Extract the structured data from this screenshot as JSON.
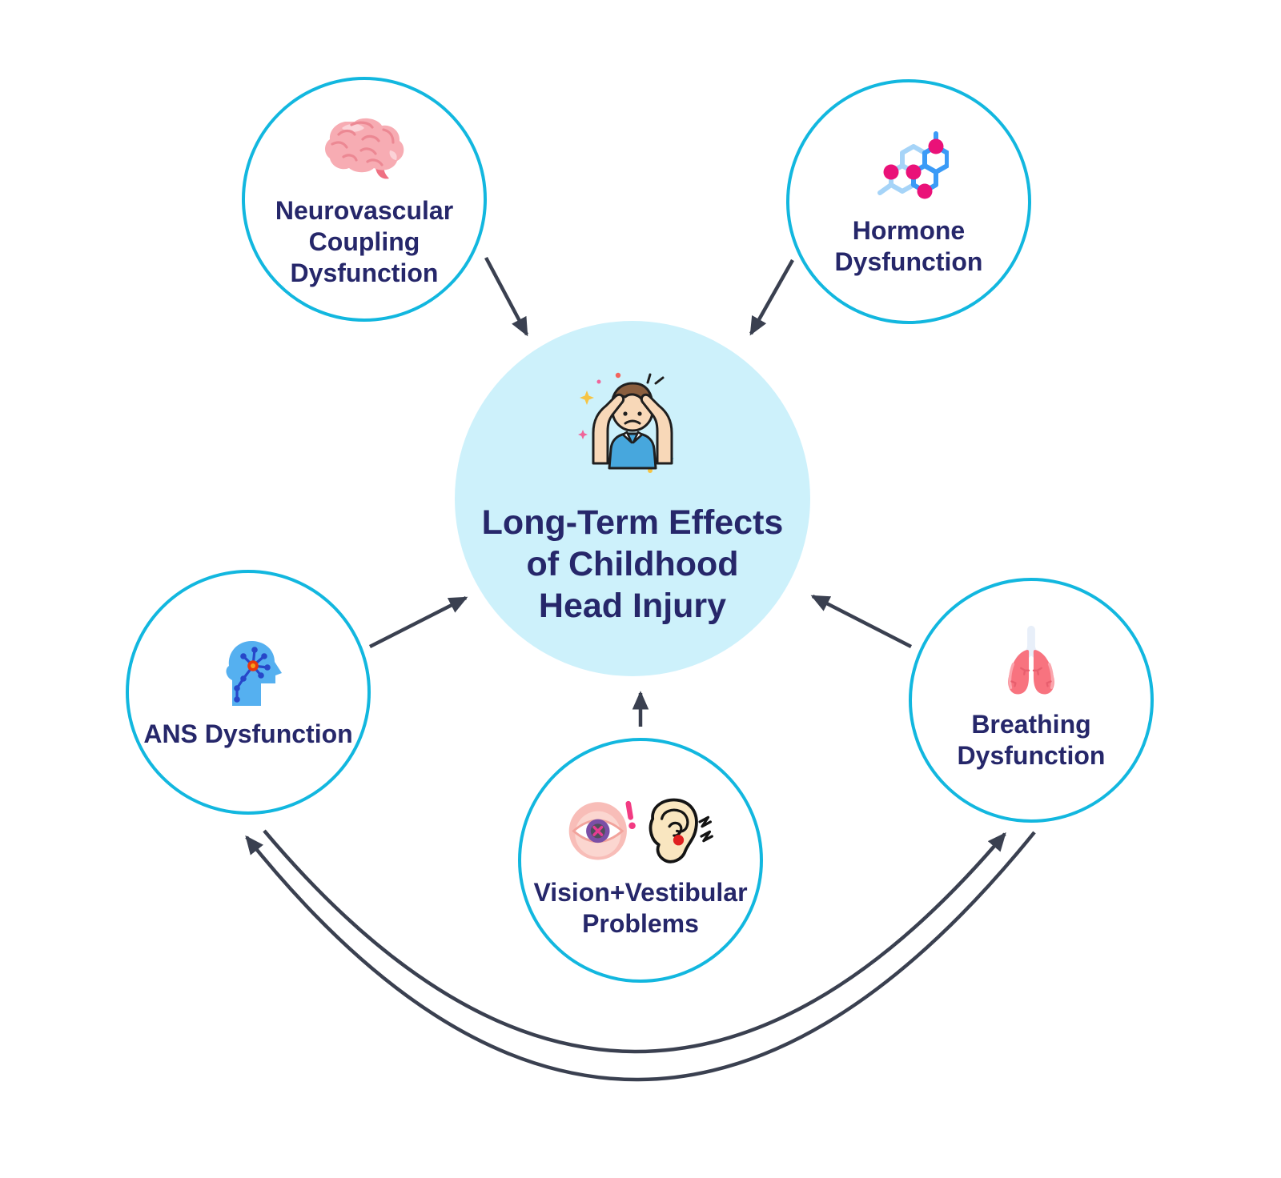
{
  "diagram": {
    "center": {
      "id": "center",
      "title": "Long-Term Effects\nof Childhood\nHead Injury",
      "icon": "headache-child-icon",
      "fill": "#CDF1FB"
    },
    "nodes": [
      {
        "id": "neurovascular",
        "label": "Neurovascular\nCoupling\nDysfunction",
        "icon": "brain-icon"
      },
      {
        "id": "hormone",
        "label": "Hormone\nDysfunction",
        "icon": "hormone-molecule-icon"
      },
      {
        "id": "ans",
        "label": "ANS Dysfunction",
        "icon": "head-neural-network-icon"
      },
      {
        "id": "vision",
        "label": "Vision+Vestibular\nProblems",
        "icon": "eye-ear-icon"
      },
      {
        "id": "breathing",
        "label": "Breathing\nDysfunction",
        "icon": "lungs-icon"
      }
    ],
    "connections": [
      {
        "from": "neurovascular",
        "to": "center",
        "style": "straight-arrow"
      },
      {
        "from": "hormone",
        "to": "center",
        "style": "straight-arrow"
      },
      {
        "from": "ans",
        "to": "center",
        "style": "straight-arrow"
      },
      {
        "from": "breathing",
        "to": "center",
        "style": "straight-arrow"
      },
      {
        "from": "vision",
        "to": "center",
        "style": "straight-arrow"
      },
      {
        "from": "breathing",
        "to": "ans",
        "style": "curved-arrow"
      },
      {
        "from": "ans",
        "to": "breathing",
        "style": "curved-arrow"
      }
    ],
    "colors": {
      "background": "#FFFFFF",
      "node_border": "#12B7DF",
      "center_fill": "#CDF1FB",
      "label_text": "#26276A",
      "arrow": "#3A4050"
    }
  }
}
